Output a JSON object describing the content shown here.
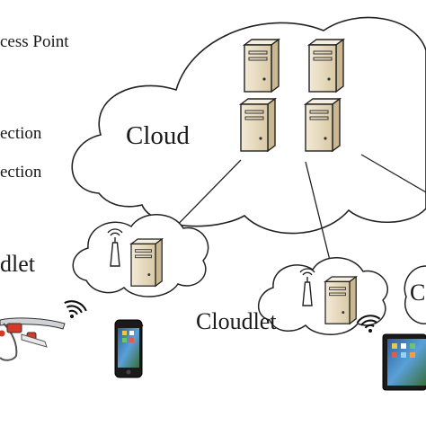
{
  "legend": {
    "access_point": "cess Point",
    "connection_1": "ection",
    "connection_2": "ection"
  },
  "labels": {
    "cloud": "Cloud",
    "cloudlet_left": "dlet",
    "cloudlet_center": "Cloudlet",
    "cloudlet_right_partial": "C"
  },
  "icons": {
    "server": "server-icon",
    "access_point": "access-point-antenna-icon",
    "wifi": "wifi-signal-icon",
    "glasses": "smart-glasses-icon",
    "phone": "smartphone-icon",
    "tablet": "tablet-icon"
  },
  "colors": {
    "server_body": "#e8dcc2",
    "outline": "#222222",
    "glasses_red": "#d23a2a",
    "tablet_screen": "#3a76b8"
  }
}
